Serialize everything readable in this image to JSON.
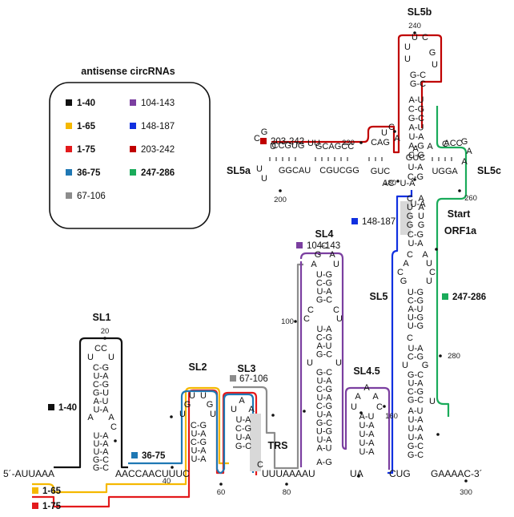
{
  "legend": {
    "title": "antisense circRNAs",
    "items": [
      {
        "range": "1-40",
        "color": "#111111",
        "bold": true
      },
      {
        "range": "1-65",
        "color": "#f5b800",
        "bold": true
      },
      {
        "range": "1-75",
        "color": "#e31a1c",
        "bold": true
      },
      {
        "range": "36-75",
        "color": "#1f78b4",
        "bold": true
      },
      {
        "range": "67-106",
        "color": "#8c8c8c",
        "bold": false
      },
      {
        "range": "104-143",
        "color": "#7b3fa0",
        "bold": false
      },
      {
        "range": "148-187",
        "color": "#1030e0",
        "bold": false
      },
      {
        "range": "203-242",
        "color": "#c00000",
        "bold": false
      },
      {
        "range": "247-286",
        "color": "#1aab5a",
        "bold": true
      }
    ]
  },
  "structure_labels": {
    "sl1": "SL1",
    "sl2": "SL2",
    "sl3": "SL3",
    "sl4": "SL4",
    "sl45": "SL4.5",
    "sl5": "SL5",
    "sl5a": "SL5a",
    "sl5b": "SL5b",
    "sl5c": "SL5c",
    "trs": "TRS",
    "start_line1": "Start",
    "start_line2": "ORF1a"
  },
  "ends": {
    "five_prime": "5´-AUUAAA",
    "three_prime": "GAAAAC-3´"
  },
  "linkers": {
    "sl1_sl2": "AACCAACUUUC",
    "sl3_sl4": "UUUAAAAU",
    "sl4_sl45": "UA",
    "sl45_sl5": "CUG"
  },
  "position_numbers": [
    "20",
    "40",
    "60",
    "80",
    "100",
    "160",
    "180",
    "200",
    "220",
    "240",
    "260",
    "280",
    "300"
  ],
  "trace_labels": {
    "t1_40": "1-40",
    "t1_65": "1-65",
    "t1_75": "1-75",
    "t36_75": "36-75",
    "t67_106": "67-106",
    "t104_143": "104-143",
    "t148_187": "148-187",
    "t203_242": "203-242",
    "t247_286": "247-286"
  }
}
